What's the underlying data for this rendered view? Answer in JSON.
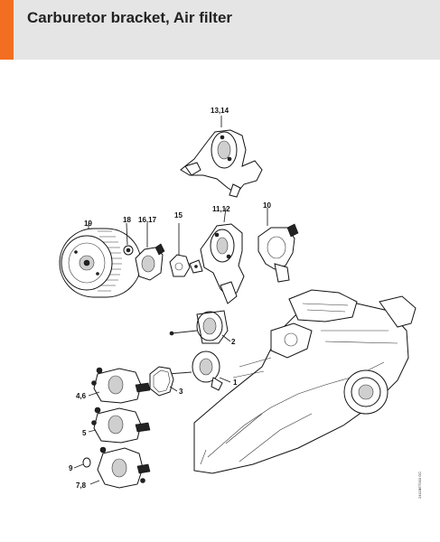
{
  "header": {
    "title": "Carburetor bracket, Air filter",
    "accent_color": "#f26f21",
    "background_color": "#e5e5e5"
  },
  "labels": {
    "p13_14": "13,14",
    "p11_12": "11,12",
    "p10": "10",
    "p19": "19",
    "p18": "18",
    "p16_17": "16,17",
    "p15": "15",
    "p2": "2",
    "p1": "1",
    "p3": "3",
    "p4_6": "4,6",
    "p5": "5",
    "p9": "9",
    "p7_8": "7,8"
  },
  "doc_code": "2411BET003 GC"
}
